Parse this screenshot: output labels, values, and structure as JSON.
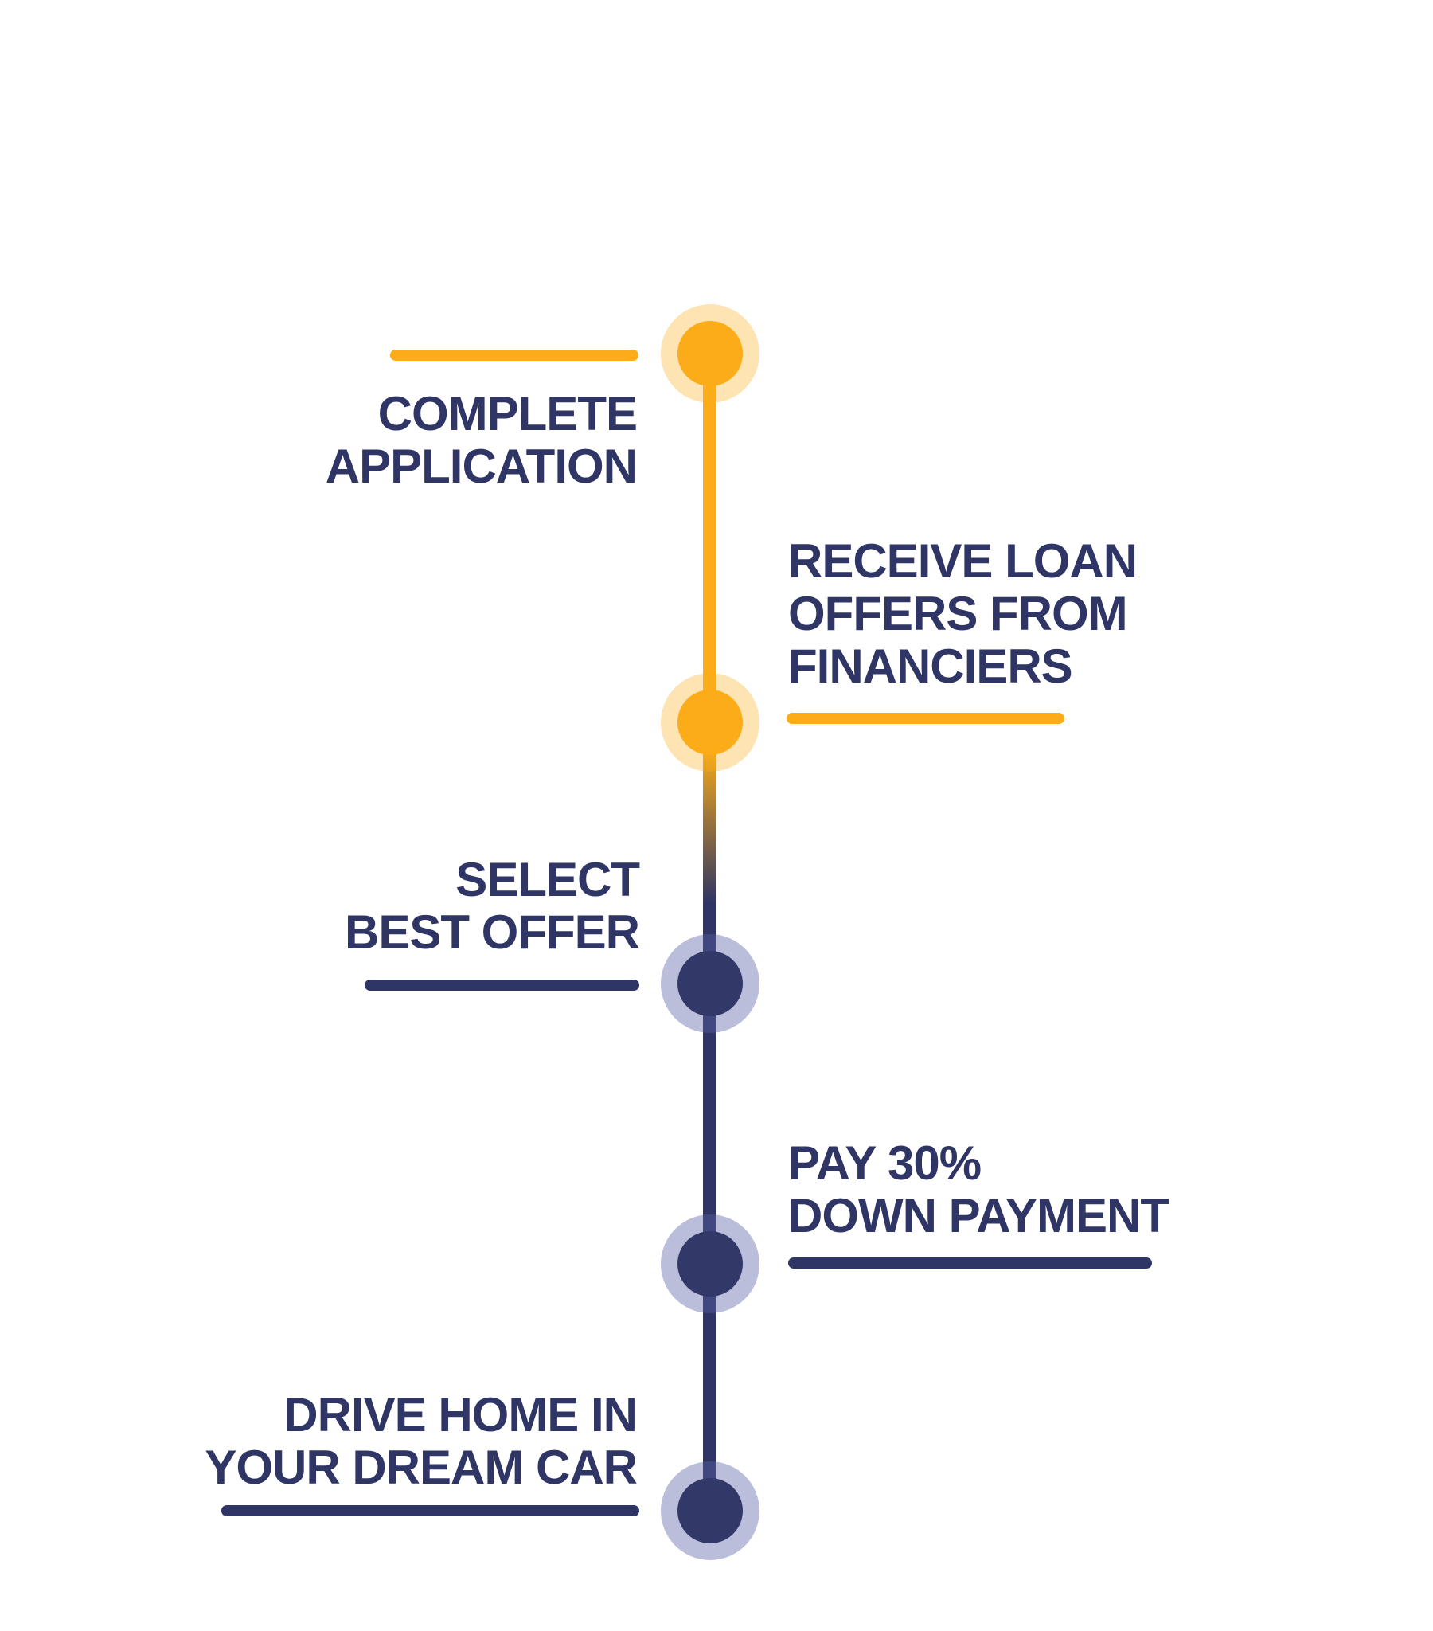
{
  "page": {
    "type": "vertical-timeline-infographic",
    "background": "#ffffff"
  },
  "timeline": {
    "colors": {
      "accent_yellow": "#FBAC18",
      "navy": "#2F3564",
      "dot_navy": "#323968",
      "halo_yellow": "#FDE6B4",
      "halo_navy": "#BCC0DC"
    },
    "steps": [
      {
        "label": "COMPLETE APPLICATION",
        "lines": [
          "COMPLETE",
          "APPLICATION"
        ],
        "side": "left",
        "color": "yellow"
      },
      {
        "label": "RECEIVE LOAN OFFERS FROM FINANCIERS",
        "lines": [
          "RECEIVE LOAN",
          "OFFERS FROM",
          "FINANCIERS"
        ],
        "side": "right",
        "color": "yellow"
      },
      {
        "label": "SELECT BEST OFFER",
        "lines": [
          "SELECT",
          "BEST OFFER"
        ],
        "side": "left",
        "color": "navy"
      },
      {
        "label": "PAY 30% DOWN PAYMENT",
        "lines": [
          "PAY 30%",
          "DOWN PAYMENT"
        ],
        "side": "right",
        "color": "navy"
      },
      {
        "label": "DRIVE HOME IN YOUR DREAM CAR",
        "lines": [
          "DRIVE HOME IN",
          "YOUR DREAM CAR"
        ],
        "side": "left",
        "color": "navy"
      }
    ]
  }
}
